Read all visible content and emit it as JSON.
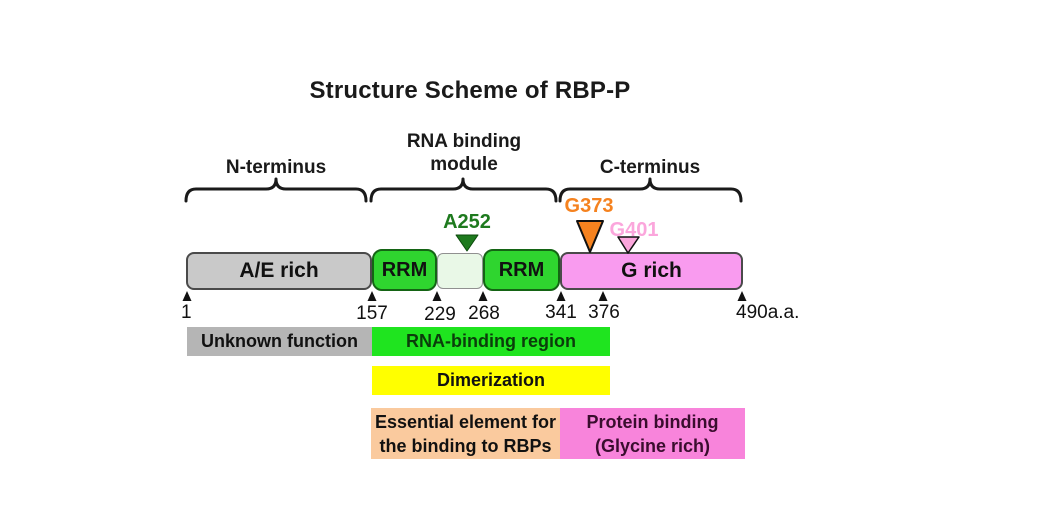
{
  "title": "Structure Scheme of RBP-P",
  "regions": {
    "n_terminus": "N-terminus",
    "rna_binding_module_line1": "RNA binding",
    "rna_binding_module_line2": "module",
    "c_terminus": "C-terminus"
  },
  "domains": {
    "ae_rich": "A/E rich",
    "rrm1": "RRM",
    "linker": "",
    "rrm2": "RRM",
    "g_rich": "G rich"
  },
  "markers": {
    "a252": {
      "label": "A252"
    },
    "g373": {
      "label": "G373"
    },
    "g401": {
      "label": "G401"
    }
  },
  "positions": {
    "p1": "1",
    "p157": "157",
    "p229": "229",
    "p268": "268",
    "p341": "341",
    "p376": "376",
    "p490": "490a.a."
  },
  "annotations": {
    "unknown_function": "Unknown function",
    "rna_binding_region": "RNA-binding region",
    "dimerization": "Dimerization",
    "essential_line1": "Essential element for",
    "essential_line2": "the binding to RBPs",
    "protein_binding_line1": "Protein binding",
    "protein_binding_line2": "(Glycine rich)"
  },
  "colors": {
    "ae_rich_fill": "#C9C9C9",
    "rrm_fill": "#2FD52F",
    "linker_fill": "#E9F8E7",
    "g_rich_fill": "#F99BEF",
    "marker_a252": "#1E7A1E",
    "marker_g373": "#F5821F",
    "marker_g401": "#FBA6DC",
    "unknown_bar": "#B5B5B5",
    "rna_binding_bar": "#1FE41F",
    "rna_binding_text": "#0B3D0B",
    "dimerization_bar": "#FFFF00",
    "essential_bar": "#FACA9E",
    "protein_binding_bar": "#F884DB",
    "protein_binding_text": "#3A0D2E"
  }
}
